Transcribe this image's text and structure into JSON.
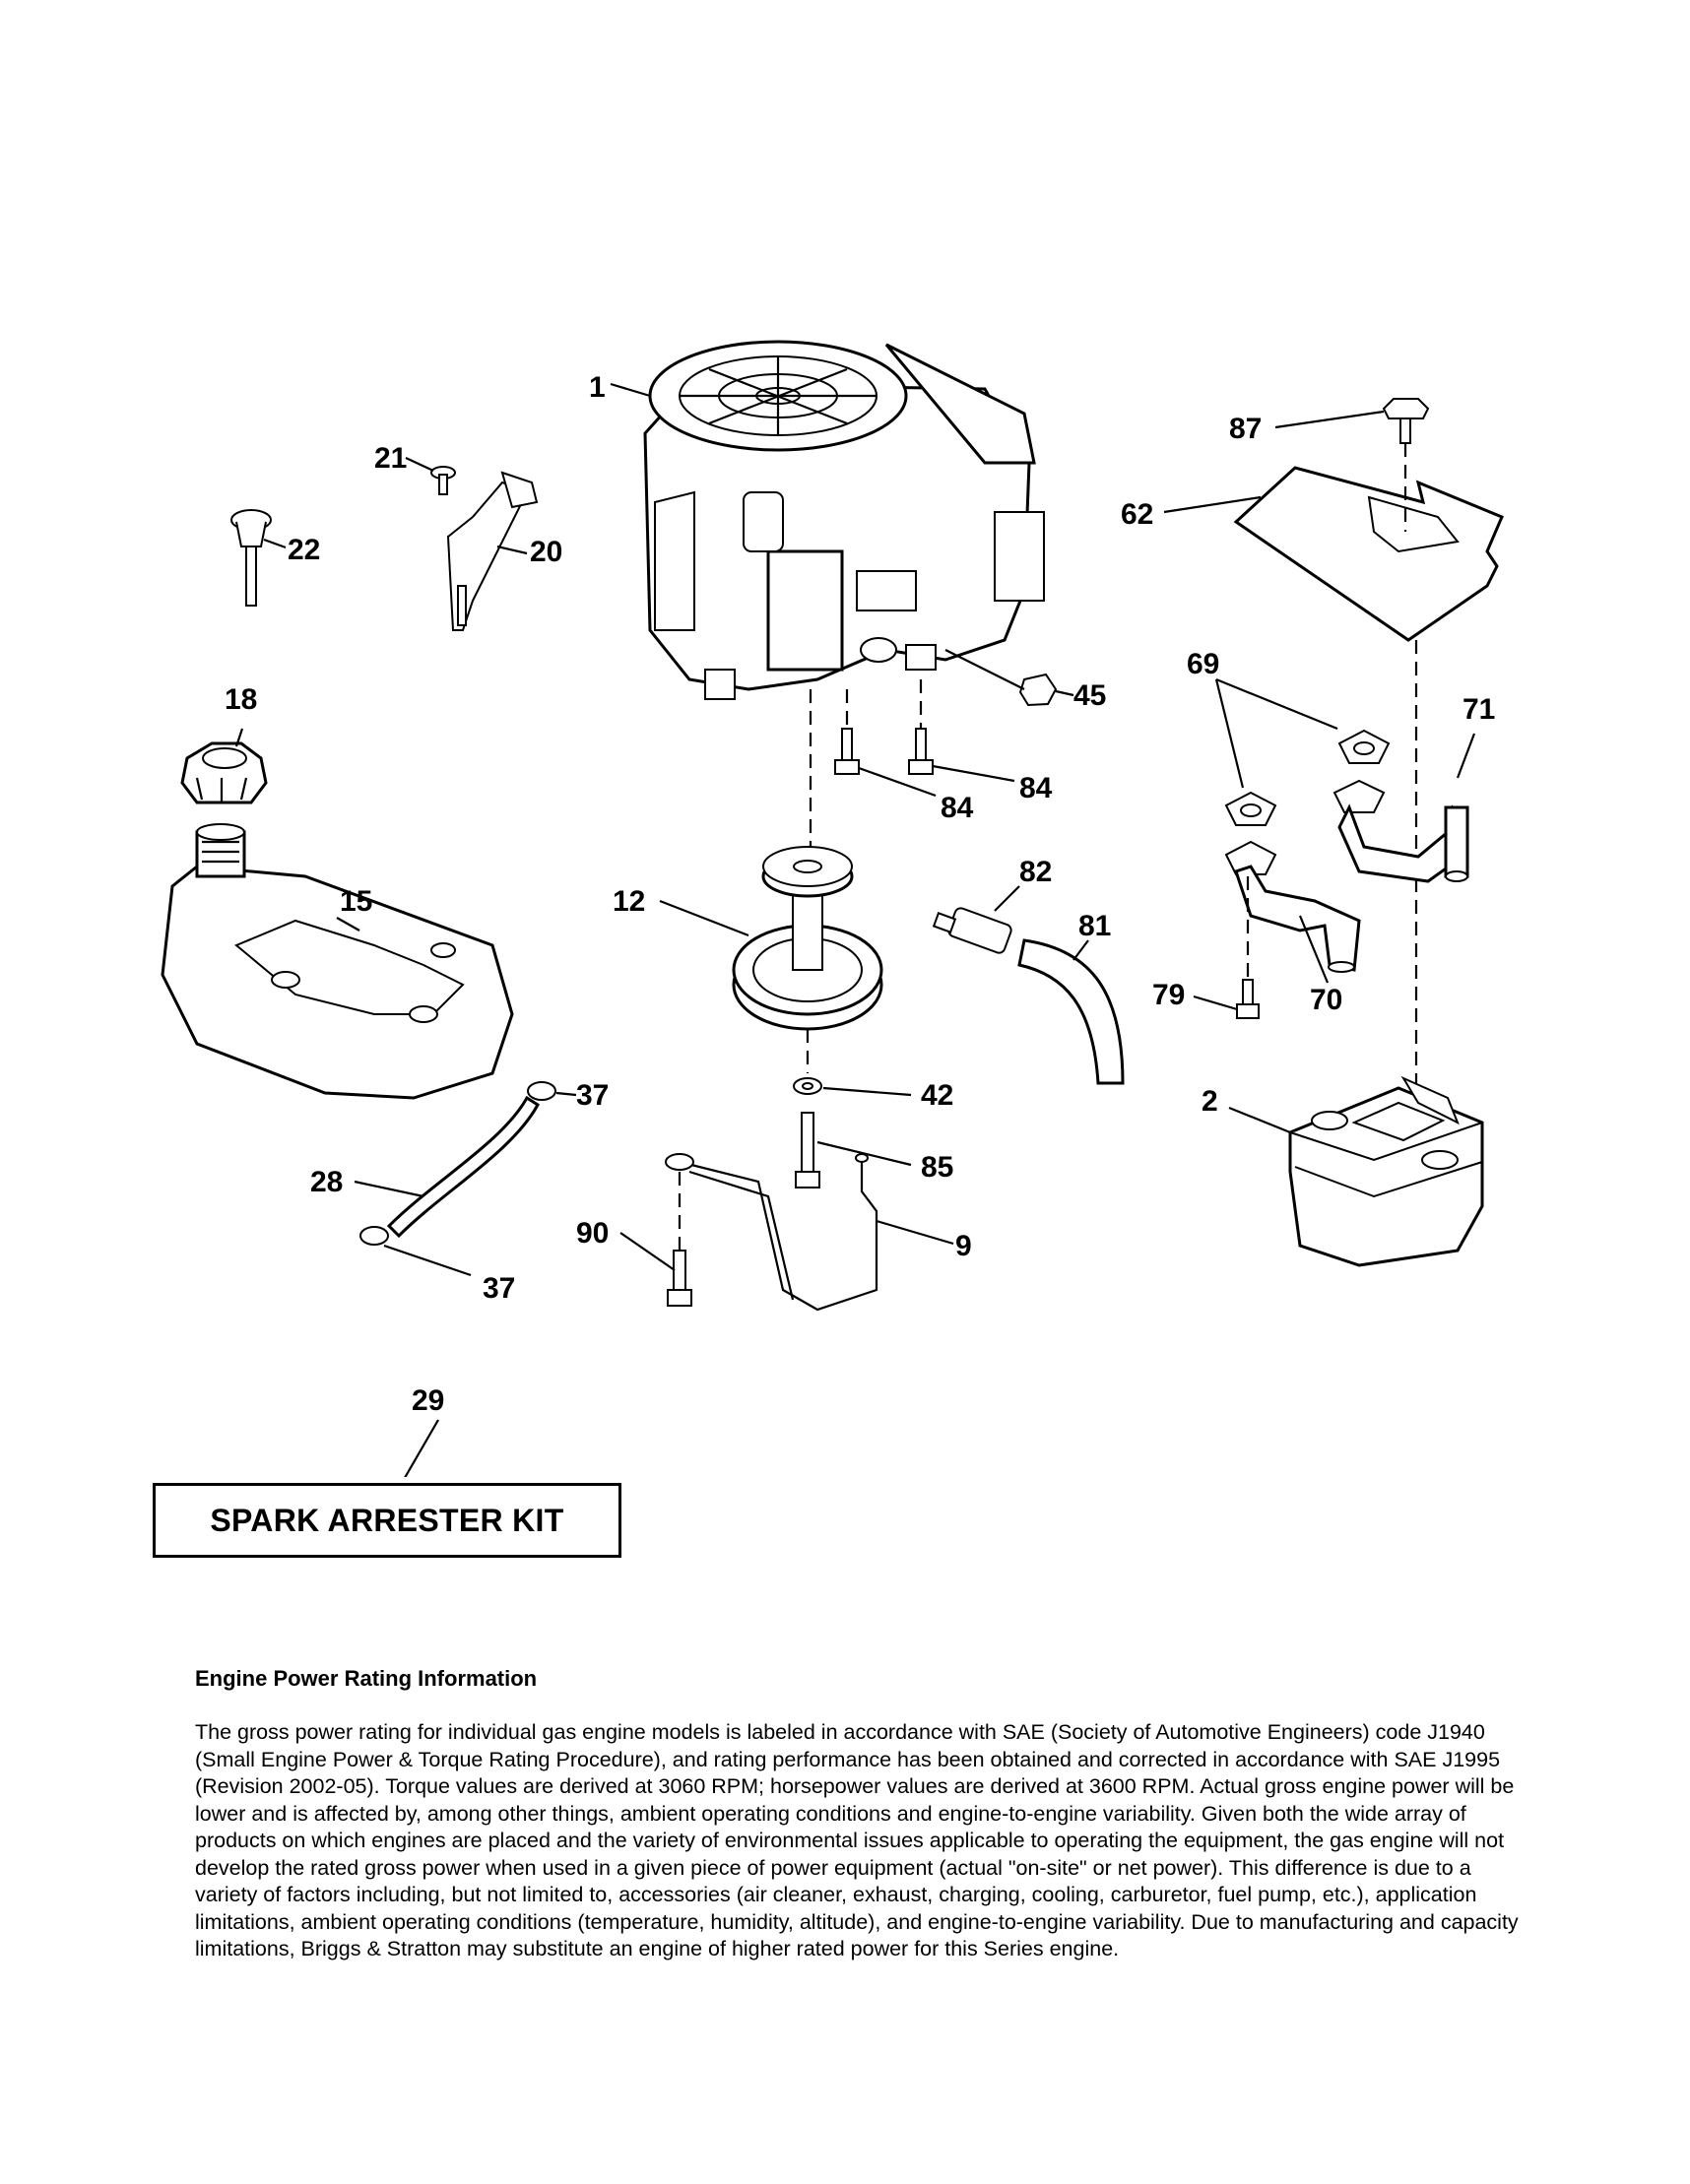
{
  "diagram": {
    "callouts": {
      "c1": "1",
      "c2": "2",
      "c9": "9",
      "c12": "12",
      "c15": "15",
      "c18": "18",
      "c20": "20",
      "c21": "21",
      "c22": "22",
      "c28": "28",
      "c29": "29",
      "c37a": "37",
      "c37b": "37",
      "c42": "42",
      "c45": "45",
      "c62": "62",
      "c69": "69",
      "c70": "70",
      "c71": "71",
      "c79": "79",
      "c81": "81",
      "c82": "82",
      "c84a": "84",
      "c84b": "84",
      "c85": "85",
      "c87": "87",
      "c90": "90"
    }
  },
  "spark_arrester": {
    "label": "SPARK ARRESTER KIT"
  },
  "engine_info": {
    "heading": "Engine Power Rating Information",
    "body": "The gross power rating for individual gas engine models is labeled in accordance with SAE (Society of Automotive Engineers) code J1940 (Small Engine Power & Torque Rating Procedure), and rating performance has been obtained and corrected in accordance with SAE J1995 (Revision 2002-05). Torque values are derived at 3060 RPM; horsepower values are derived at 3600 RPM. Actual gross engine power will be lower and is affected by, among other things, ambient operating conditions and engine-to-engine variability. Given both the wide array of products on which engines are placed and the variety of environmental issues applicable to operating the equipment, the gas engine will not develop the rated gross power when used in a given piece of power equipment (actual \"on-site\" or net power). This difference is due to a variety of factors including, but not limited to, accessories (air cleaner, exhaust, charging, cooling, carburetor, fuel pump, etc.), application limitations, ambient operating conditions (temperature, humidity, altitude), and engine-to-engine variability. Due to manufacturing and capacity limitations, Briggs & Stratton may substitute an engine of higher rated power for this Series engine."
  }
}
